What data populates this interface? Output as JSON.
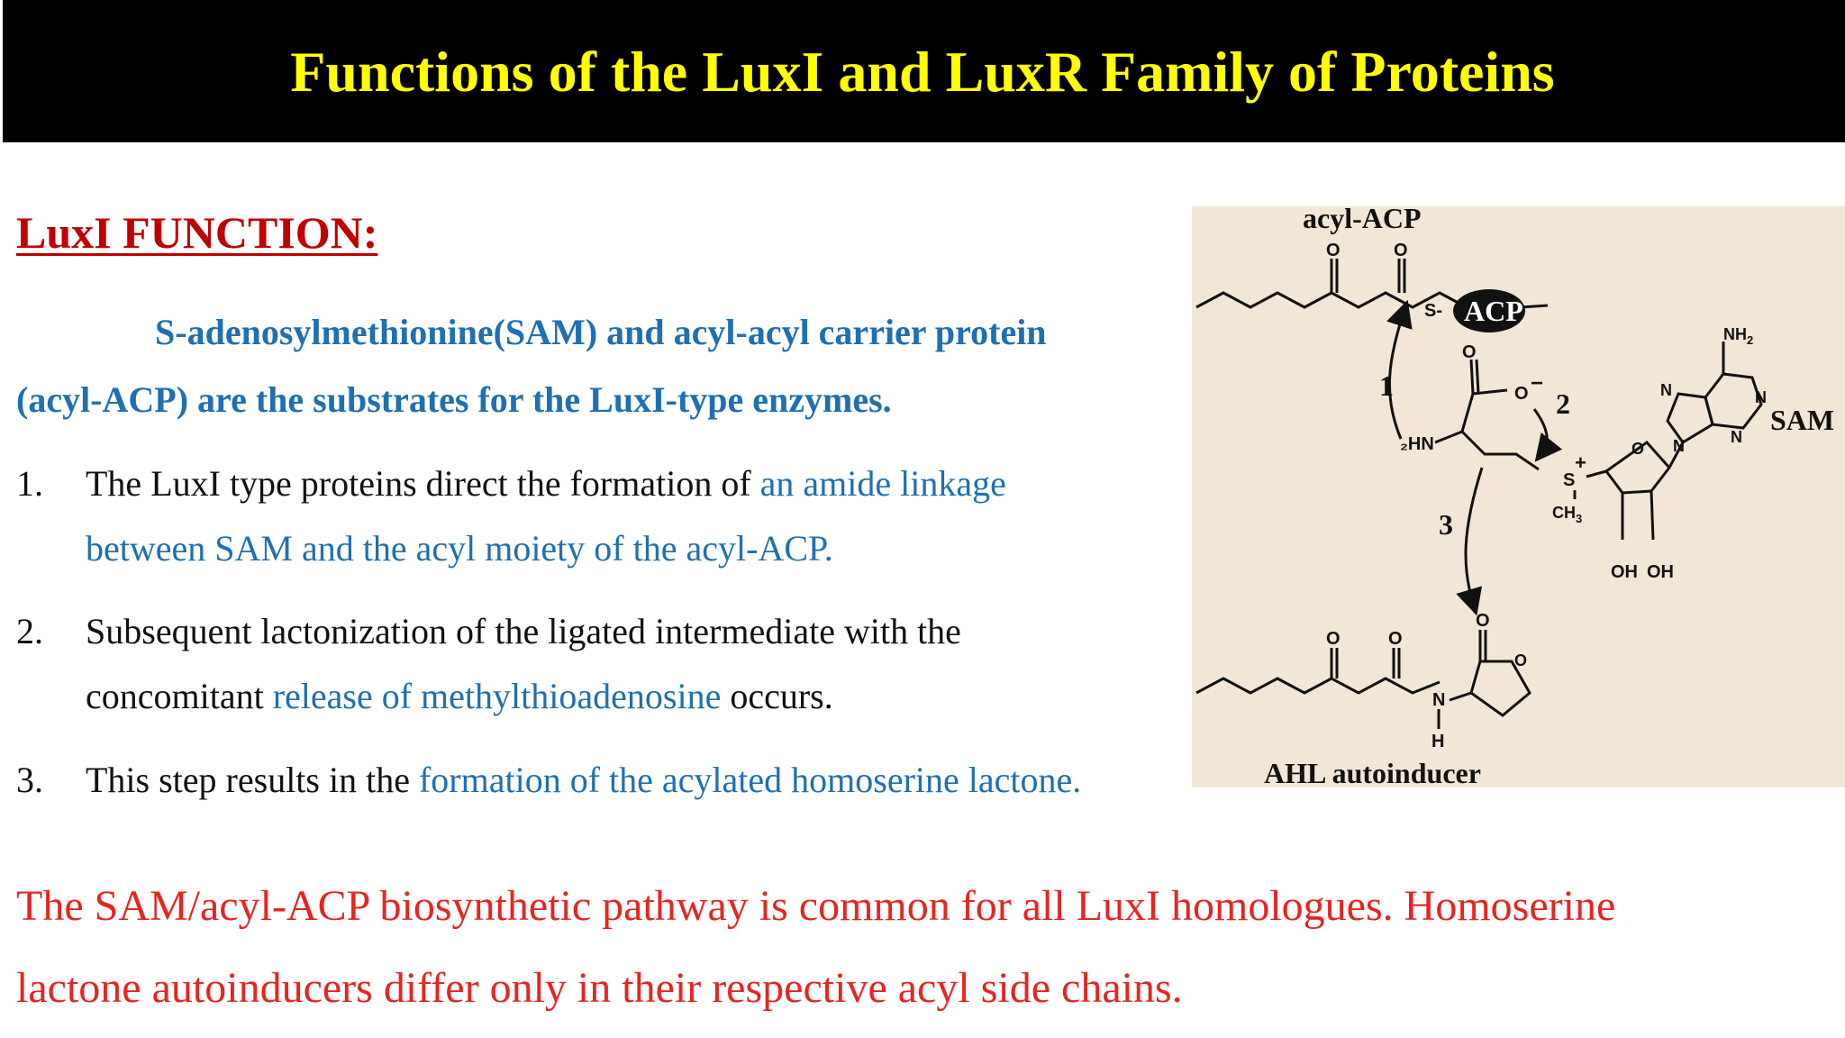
{
  "slide": {
    "title": "Functions of the LuxI and LuxR Family of Proteins"
  },
  "section": {
    "heading": "LuxI FUNCTION:",
    "intro_line1": "S-adenosylmethionine(SAM) and acyl-acyl carrier protein",
    "intro_line2": "(acyl-ACP) are the substrates for the LuxI-type enzymes."
  },
  "list": [
    {
      "number": "1.",
      "line1_plain": "The LuxI type proteins direct the formation of ",
      "line1_highlight": "an amide linkage",
      "line2_highlight": "between SAM and the acyl moiety of the acyl-ACP."
    },
    {
      "number": "2.",
      "line1_plain": "Subsequent lactonization of the ligated intermediate with the",
      "line2_plain_before": "concomitant ",
      "line2_highlight": "release of methylthioadenosine",
      "line2_plain_after": " occurs."
    },
    {
      "number": "3.",
      "line1_plain": "This step results in the ",
      "line1_highlight": "formation of the acylated homoserine lactone."
    }
  ],
  "conclusion": {
    "line1": "The SAM/acyl-ACP biosynthetic pathway is common for all LuxI homologues. Homoserine",
    "line2": "lactone autoinducers differ only in their respective acyl side chains."
  },
  "figure": {
    "top_label": "acyl-ACP",
    "acp_label": "ACP",
    "s_label": "S-",
    "sam_label": "SAM",
    "product_label": "AHL autoinducer",
    "step1": "1",
    "step2": "2",
    "step3": "3",
    "o_label": "O",
    "o_minus_label": "O",
    "minus_label": "−",
    "plus_label": "+",
    "nh2_amine": "₂HN",
    "nh2_adenine": "NH",
    "nh2_sub": "2",
    "ch3_label": "CH",
    "ch3_sub": "3",
    "n_label": "N",
    "h_label": "H",
    "oh_label": "OH",
    "sulfur_label": "S"
  },
  "colors": {
    "title_bg": "#000000",
    "title_text": "#ffff00",
    "heading": "#c00000",
    "highlight_blue": "#1f6fb2",
    "body_text": "#111111",
    "conclusion_red": "#e8241f",
    "figure_bg": "#f2e6d6"
  }
}
